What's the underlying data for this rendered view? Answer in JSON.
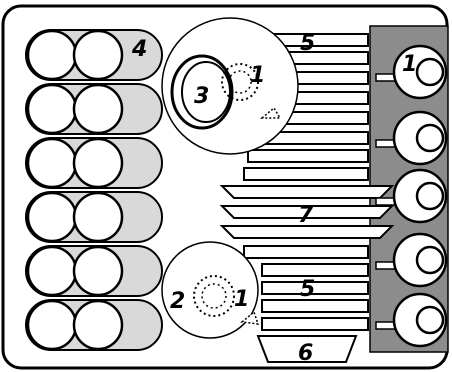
{
  "labels": {
    "glasses_zone": "4",
    "small_dish_top": "1",
    "bowl_top": "3",
    "plates_top": "5",
    "cups": "1",
    "large_plates": "7",
    "small_dish_bottom": "1",
    "bowl_bottom": "2",
    "plates_bottom": "5",
    "serving_dish": "6"
  },
  "colors": {
    "stroke": "#000000",
    "cup_rack": "#8c8c8c",
    "glass_shadow": "#d9d9d9",
    "background": "#ffffff"
  }
}
